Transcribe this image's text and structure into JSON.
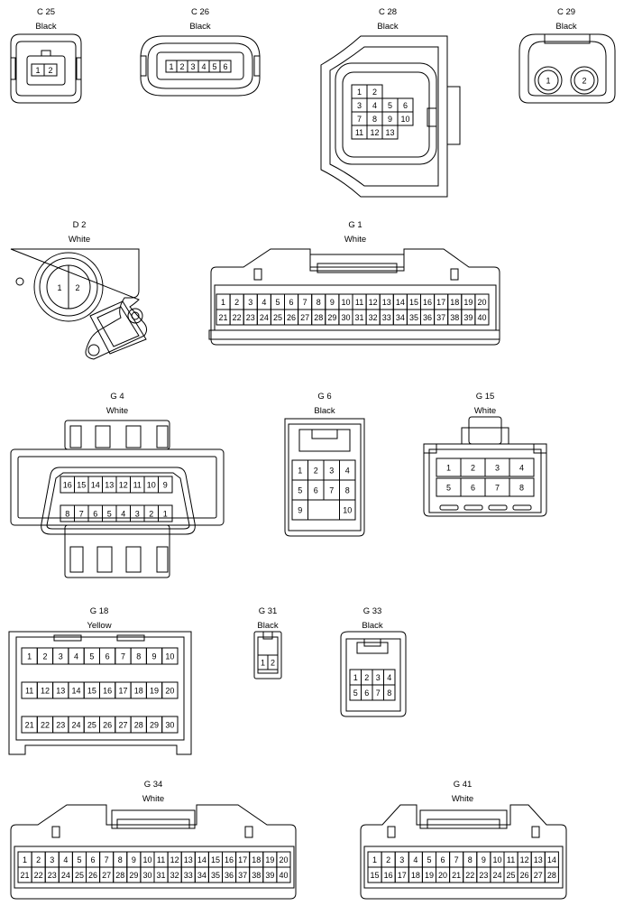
{
  "connectors": [
    {
      "id": "c25",
      "code": "C 25",
      "color": "Black",
      "pins": [
        "1",
        "2"
      ]
    },
    {
      "id": "c26",
      "code": "C 26",
      "color": "Black",
      "pins": [
        "1",
        "2",
        "3",
        "4",
        "5",
        "6"
      ]
    },
    {
      "id": "c28",
      "code": "C 28",
      "color": "Black",
      "pins": [
        "1",
        "2",
        "3",
        "4",
        "5",
        "6",
        "7",
        "8",
        "9",
        "10",
        "11",
        "12",
        "13"
      ]
    },
    {
      "id": "c29",
      "code": "C 29",
      "color": "Black",
      "pins": [
        "1",
        "2"
      ]
    },
    {
      "id": "d2",
      "code": "D 2",
      "color": "White",
      "pins": [
        "1",
        "2"
      ]
    },
    {
      "id": "g1",
      "code": "G 1",
      "color": "White",
      "pins": [
        "1",
        "2",
        "3",
        "4",
        "5",
        "6",
        "7",
        "8",
        "9",
        "10",
        "11",
        "12",
        "13",
        "14",
        "15",
        "16",
        "17",
        "18",
        "19",
        "20",
        "21",
        "22",
        "23",
        "24",
        "25",
        "26",
        "27",
        "28",
        "29",
        "30",
        "31",
        "32",
        "33",
        "34",
        "35",
        "36",
        "37",
        "38",
        "39",
        "40"
      ]
    },
    {
      "id": "g4",
      "code": "G 4",
      "color": "White",
      "pins": [
        "16",
        "15",
        "14",
        "13",
        "12",
        "11",
        "10",
        "9",
        "8",
        "7",
        "6",
        "5",
        "4",
        "3",
        "2",
        "1"
      ]
    },
    {
      "id": "g6",
      "code": "G 6",
      "color": "Black",
      "pins": [
        "1",
        "2",
        "3",
        "4",
        "5",
        "6",
        "7",
        "8",
        "9",
        "10"
      ]
    },
    {
      "id": "g15",
      "code": "G 15",
      "color": "White",
      "pins": [
        "1",
        "2",
        "3",
        "4",
        "5",
        "6",
        "7",
        "8"
      ]
    },
    {
      "id": "g18",
      "code": "G 18",
      "color": "Yellow",
      "pins": [
        "1",
        "2",
        "3",
        "4",
        "5",
        "6",
        "7",
        "8",
        "9",
        "10",
        "11",
        "12",
        "13",
        "14",
        "15",
        "16",
        "17",
        "18",
        "19",
        "20",
        "21",
        "22",
        "23",
        "24",
        "25",
        "26",
        "27",
        "28",
        "29",
        "30"
      ]
    },
    {
      "id": "g31",
      "code": "G 31",
      "color": "Black",
      "pins": [
        "1",
        "2"
      ]
    },
    {
      "id": "g33",
      "code": "G 33",
      "color": "Black",
      "pins": [
        "1",
        "2",
        "3",
        "4",
        "5",
        "6",
        "7",
        "8"
      ]
    },
    {
      "id": "g34",
      "code": "G 34",
      "color": "White",
      "pins": [
        "1",
        "2",
        "3",
        "4",
        "5",
        "6",
        "7",
        "8",
        "9",
        "10",
        "11",
        "12",
        "13",
        "14",
        "15",
        "16",
        "17",
        "18",
        "19",
        "20",
        "21",
        "22",
        "23",
        "24",
        "25",
        "26",
        "27",
        "28",
        "29",
        "30",
        "31",
        "32",
        "33",
        "34",
        "35",
        "36",
        "37",
        "38",
        "39",
        "40"
      ]
    },
    {
      "id": "g41",
      "code": "G 41",
      "color": "White",
      "pins": [
        "1",
        "2",
        "3",
        "4",
        "5",
        "6",
        "7",
        "8",
        "9",
        "10",
        "11",
        "12",
        "13",
        "14",
        "15",
        "16",
        "17",
        "18",
        "19",
        "20",
        "21",
        "22",
        "23",
        "24",
        "25",
        "26",
        "27",
        "28"
      ]
    }
  ]
}
